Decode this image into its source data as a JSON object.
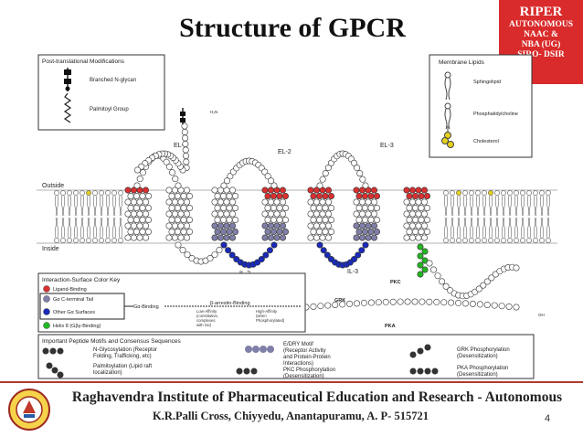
{
  "slide": {
    "title": "Structure of GPCR",
    "page_number": "4"
  },
  "badge": {
    "name": "RIPER",
    "lines": [
      "AUTONOMOUS",
      "NAAC &",
      "NBA (UG)",
      "SIRO- DSIR"
    ]
  },
  "footer": {
    "institution": "Raghavendra Institute of Pharmaceutical Education and Research - Autonomous",
    "address": "K.R.Palli Cross, Chiyyedu, Anantapuramu, A. P- 515721"
  },
  "figure": {
    "ptm_box": {
      "title": "Post-translational Modifications",
      "items": [
        "Branched N-glycan",
        "Palmitoyl Group"
      ]
    },
    "lipid_box": {
      "title": "Membrane Lipids",
      "items": [
        "Sphingolipid",
        "Phosphatidylcholine",
        "Cholesterol"
      ]
    },
    "loops": {
      "el1": "EL-1",
      "el2": "EL-2",
      "el3": "EL-3",
      "il2": "IL-2",
      "il3": "IL-3"
    },
    "sides": {
      "outside": "Outside",
      "inside": "Inside"
    },
    "terminal": {
      "n": "H₂N",
      "c": "OH"
    },
    "kinase_labels": {
      "pkc": "PKC",
      "grk": "GRK",
      "pka": "PKA"
    },
    "color_key": {
      "title": "Interaction-Surface Color Key",
      "items": [
        {
          "label": "Ligand-Binding",
          "color": "#d93030"
        },
        {
          "label": "Gα C-terminal Tail",
          "color": "#7f7fa8"
        },
        {
          "label": "Other Gα Surfaces",
          "color": "#1a2ab8"
        },
        {
          "label": "Helix 8 (Gβγ-Binding)",
          "color": "#22b822"
        }
      ],
      "g_binding": "Gα-Binding",
      "arrestin": "β-arrestin-Binding",
      "low_affinity": [
        "Low-Affinity",
        "(constitutive,",
        "complexes",
        "with Gα)"
      ],
      "high_affinity": [
        "High-Affinity",
        "(when",
        "Phosphorylated)"
      ]
    },
    "motifs": {
      "title": "Important Peptide Motifs and Consensus Sequences",
      "n_glyco": [
        "N-Glycosylation (Receptor",
        "Folding, Trafficking, etc)"
      ],
      "palmitoylation": [
        "Palmitoylation (Lipid raft",
        "localization)"
      ],
      "edry": [
        "E/DRY Motif",
        "(Receptor Activity",
        "and Protein-Protein",
        "Interactions)"
      ],
      "pkc_phos": [
        "PKC Phosphorylation",
        "(Desensitization)"
      ],
      "grk_phos": [
        "GRK Phosphorylation",
        "(Desensitization)"
      ],
      "pka_phos": [
        "PKA Phosphorylation",
        "(Desensitization)"
      ]
    }
  }
}
